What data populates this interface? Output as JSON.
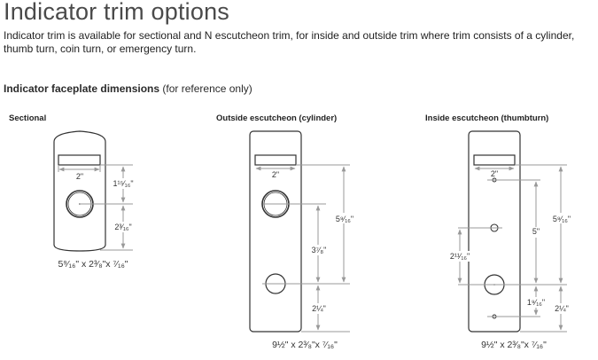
{
  "header": {
    "title": "Indicator trim options",
    "intro": "Indicator trim is available for sectional and N escutcheon trim, for inside and outside trim where trim consists of a cylinder, thumb turn, coin turn, or emergency turn.",
    "subhead_bold": "Indicator faceplate dimensions",
    "subhead_note": " (for reference only)"
  },
  "diagrams": [
    {
      "label": "Sectional",
      "window_width": "2\"",
      "top_to_center": "1¹⁵⁄₁₆\"",
      "center_to_bottom": "2³⁄₁₆\"",
      "overall": "5⁹⁄₁₆\" x 2³⁄₈\"x ⁷⁄₁₆\""
    },
    {
      "label": "Outside escutcheon (cylinder)",
      "window_width": "2\"",
      "window_to_lower_hole": "5⁹⁄₁₆\"",
      "upper_to_lower_hole": "3⁷⁄₈\"",
      "lower_hole_to_bottom": "2¼\"",
      "overall": "9½\" x 2³⁄₈\"x ⁷⁄₁₆\""
    },
    {
      "label": "Inside escutcheon (thumbturn)",
      "window_width": "2\"",
      "window_to_center": "5⁹⁄₁₆\"",
      "screw_to_center": "5\"",
      "upper_hole_to_center": "2¹¹⁄₁₆\"",
      "center_to_lower_screw": "1⁹⁄₁₆\"",
      "center_to_bottom": "2¼\"",
      "overall": "9½\" x 2³⁄₈\"x ⁷⁄₁₆\""
    }
  ]
}
